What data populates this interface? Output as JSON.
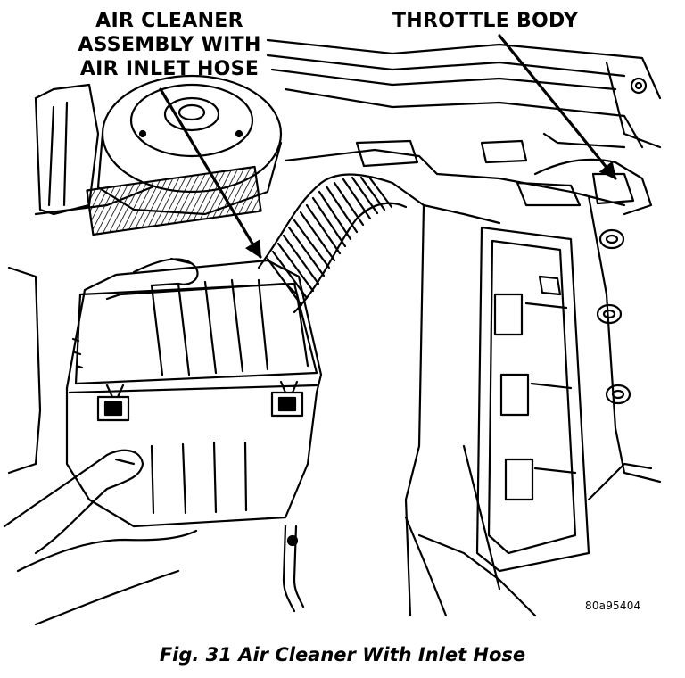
{
  "callouts": {
    "air_cleaner": [
      "AIR CLEANER",
      "ASSEMBLY WITH",
      "AIR INLET HOSE"
    ],
    "throttle_body": "THROTTLE BODY"
  },
  "reference_code": "80a95404",
  "caption": "Fig. 31 Air Cleaner With Inlet Hose"
}
